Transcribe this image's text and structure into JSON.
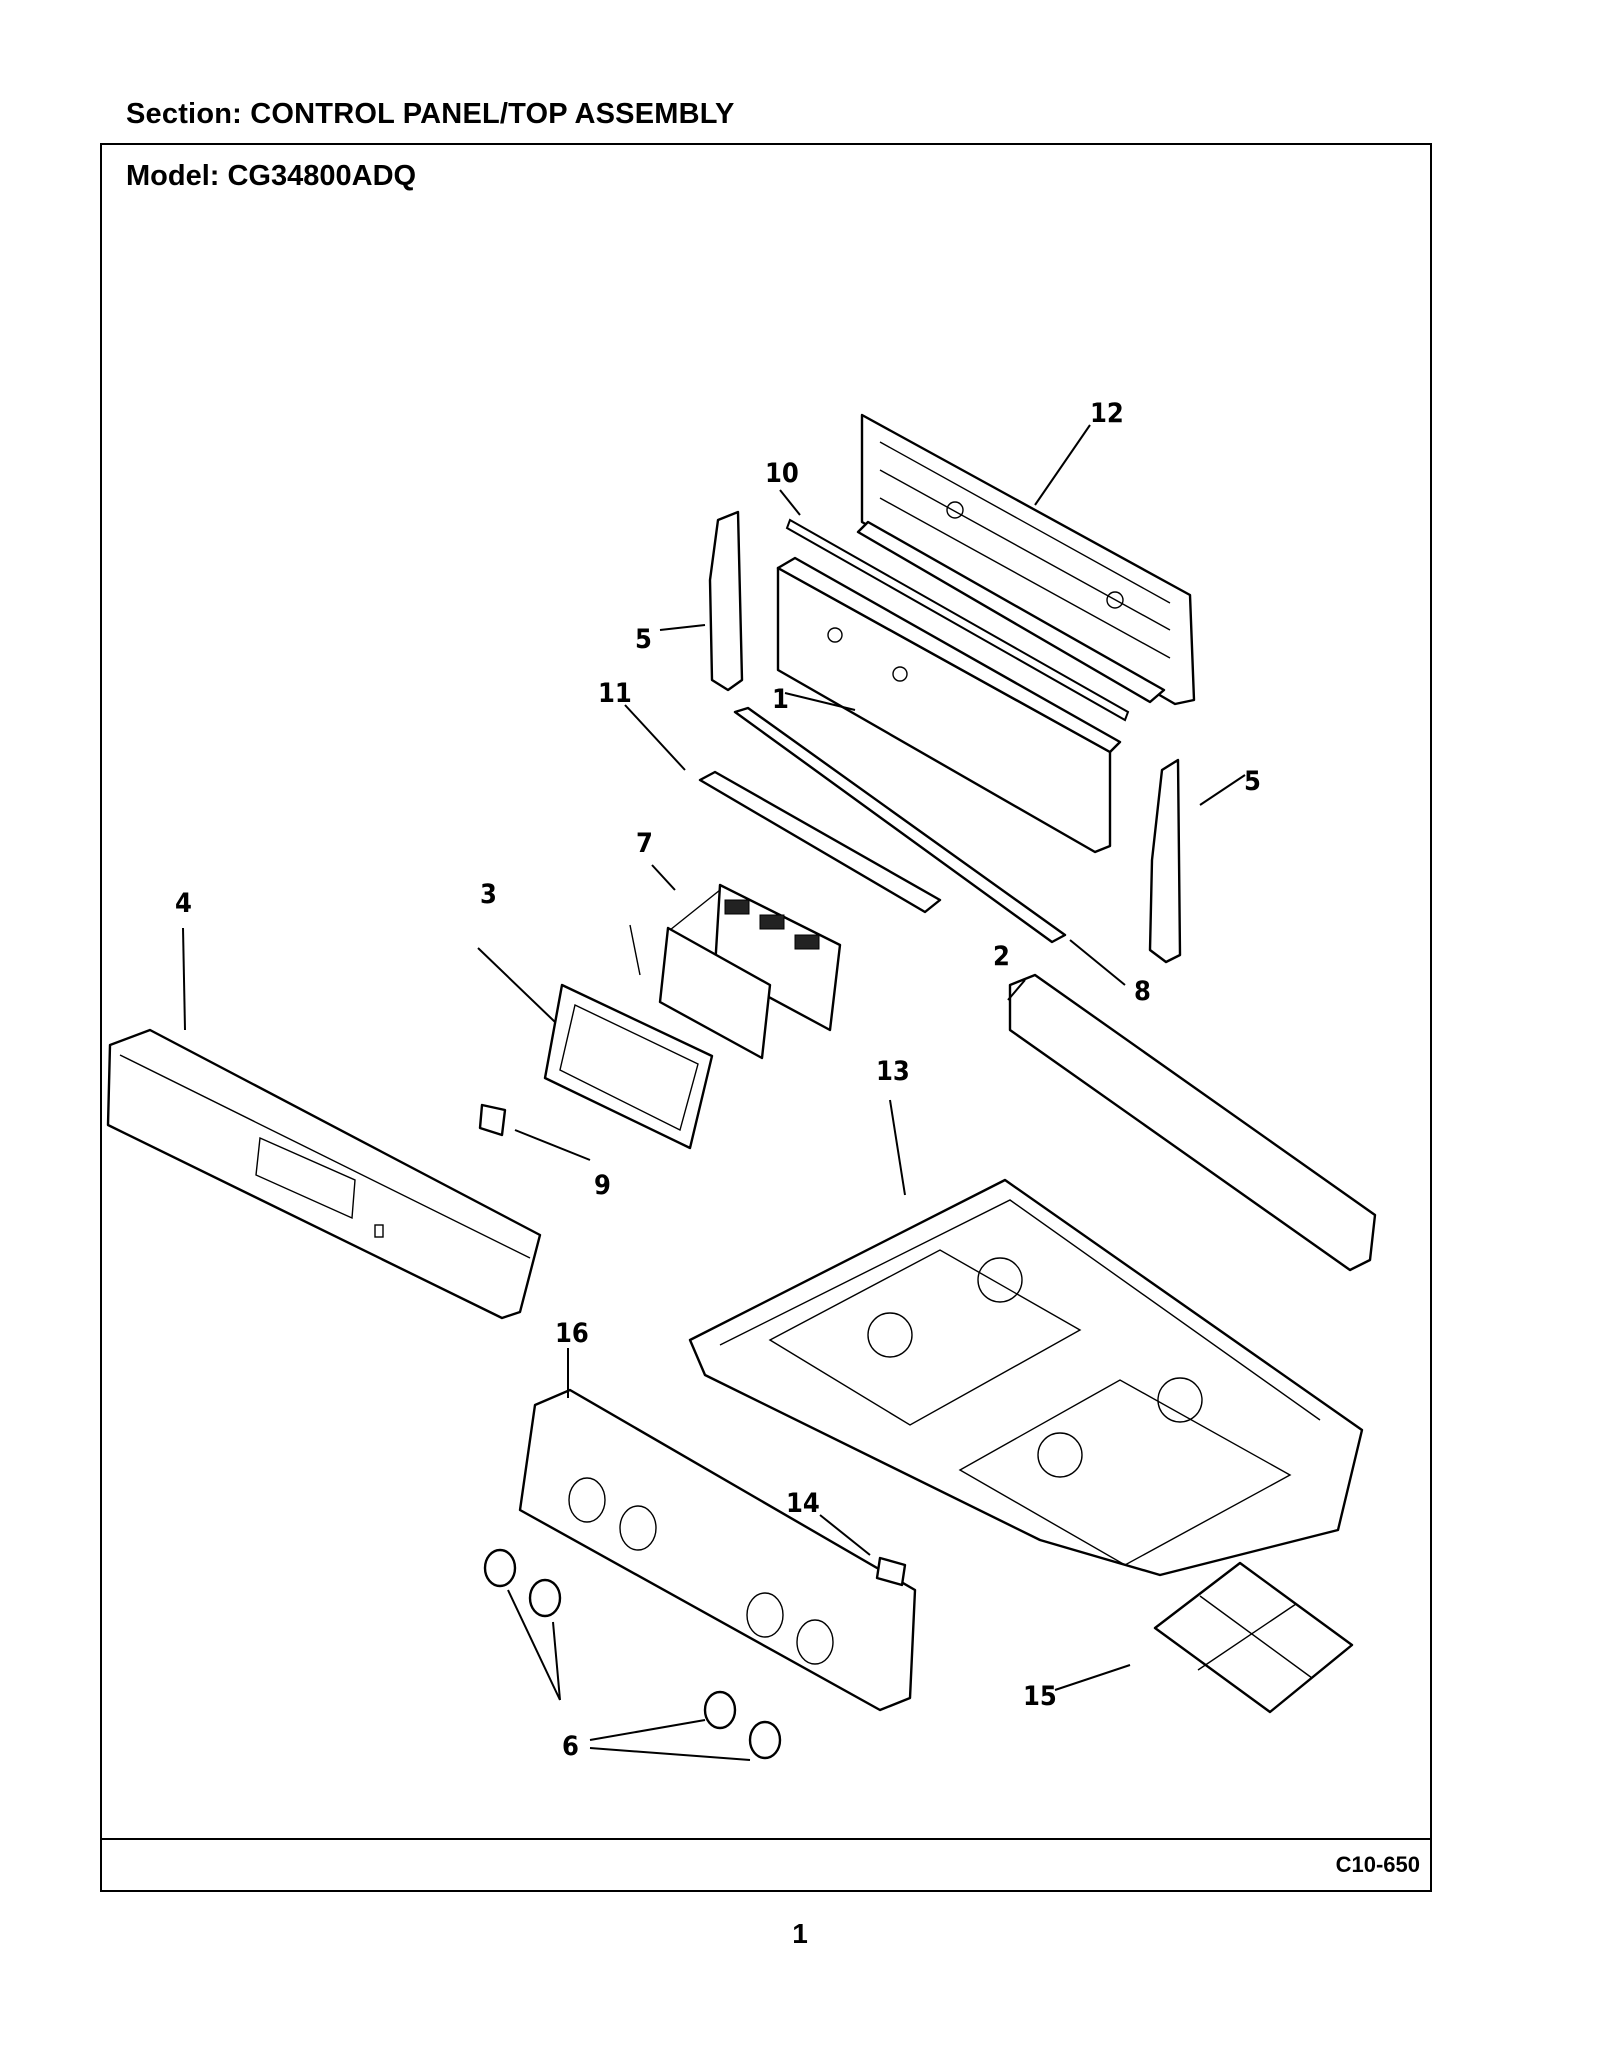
{
  "header": {
    "section_label": "Section:  CONTROL PANEL/TOP ASSEMBLY",
    "model_label": "Model:  CG34800ADQ"
  },
  "diagram": {
    "callouts": {
      "c1": "1",
      "c2": "2",
      "c3": "3",
      "c4": "4",
      "c5a": "5",
      "c5b": "5",
      "c6": "6",
      "c7": "7",
      "c8": "8",
      "c9": "9",
      "c10": "10",
      "c11": "11",
      "c12": "12",
      "c13": "13",
      "c14": "14",
      "c15": "15",
      "c16": "16"
    }
  },
  "footer": {
    "drawing_code": "C10-650",
    "page_number": "1"
  }
}
